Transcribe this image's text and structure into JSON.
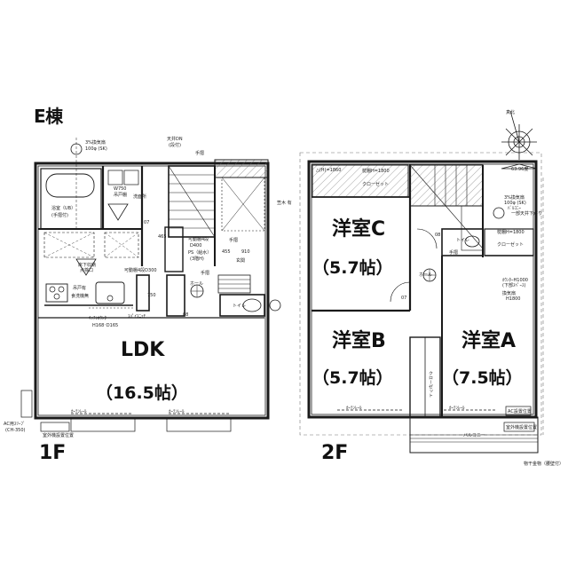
{
  "building": {
    "title": "E棟"
  },
  "floors": [
    {
      "label": "1F",
      "rooms": [
        {
          "name": "LDK",
          "size": "（16.5帖）"
        }
      ],
      "annotations": {
        "bath": "浴室（UB）",
        "bath_note": "(手摺付)",
        "vent": "3%換気扇",
        "vent_size": "100φ (SK)",
        "ceiling_light": "天井DN",
        "ceiling_light_note": "(段付)",
        "handrail_top": "手摺",
        "washroom": "洗面所",
        "washer": "W750",
        "cabinet": "吊戸棚",
        "underfloor": "床下収納",
        "underfloor2": "点検口",
        "shelf": "可動棚4段",
        "shelf_d": "D400",
        "ps": "PS（給水）",
        "ps2": "(3階H)",
        "handrail_mid": "手摺",
        "dim_455": "455",
        "dim_910": "910",
        "entrance": "玄関",
        "handrail_low": "手摺",
        "hall": "ホール",
        "toilet": "トイレ",
        "shelf2": "可動棚4段D300",
        "dim_750": "750",
        "kitchen_cabinet": "吊戸有",
        "kitchen_cabinet2": "食洗機無",
        "counter": "ｷｯﾁﾝｶｳﾝﾀｰ",
        "counter_size": "H168･D165",
        "spice": "ｽﾊﾟｲｽﾆｯﾁ",
        "curtain1": "ｶｰﾃﾝﾚｰﾙ",
        "curtain2": "ｶｰﾃﾝﾚｰﾙ",
        "ac_sleeve": "AC用ｽﾘｰﾌﾞ",
        "ac_sleeve_size": "(CH-350)",
        "outdoor_unit": "室外機設置位置",
        "shoebox": "笠木 有",
        "num_07": "07",
        "num_08": "08",
        "dim_465": "465"
      }
    },
    {
      "label": "2F",
      "rooms": [
        {
          "name": "洋室C",
          "size": "（5.7帖）"
        },
        {
          "name": "洋室B",
          "size": "（5.7帖）"
        },
        {
          "name": "洋室A",
          "size": "（7.5帖）"
        }
      ],
      "annotations": {
        "closet_c": "クローゼット",
        "closet_c_shelf": "枕棚H=1800",
        "ceiling_h": "△(H)=1860",
        "toilet": "トイレ",
        "handrail": "手摺",
        "closet_a": "クローゼット",
        "closet_a_shelf": "枕棚H=1800",
        "hall": "ホール",
        "counter": "ｶｳﾝﾀｰH1000",
        "counter_note": "(下部ｽﾍﾟｰｽ)",
        "vent": "換気扇",
        "vent_h": "H1800",
        "partial_ceiling": "一部天井下がり",
        "vent_top": "3%換気扇",
        "vent_top_size": "100φ (SK)",
        "balcony_label": "ﾊﾞﾙｺﾆｰ",
        "balcony": "バルコニー",
        "ac_position": "AC設置位置",
        "outdoor_unit": "室外機設置位置",
        "clothes_hanger": "物干金物（腰壁付）",
        "closet_b": "クローゼット",
        "curtain_b": "ｶｰﾃﾝﾚｰﾙ",
        "curtain_a": "ｶｰﾃﾝﾚｰﾙ",
        "compass_angle": "63.96度",
        "north": "真北",
        "num_07": "07",
        "num_08": "08"
      }
    }
  ],
  "colors": {
    "line": "#1a1a1a",
    "hatch": "#555555",
    "dash": "#777777",
    "bg": "#ffffff"
  }
}
